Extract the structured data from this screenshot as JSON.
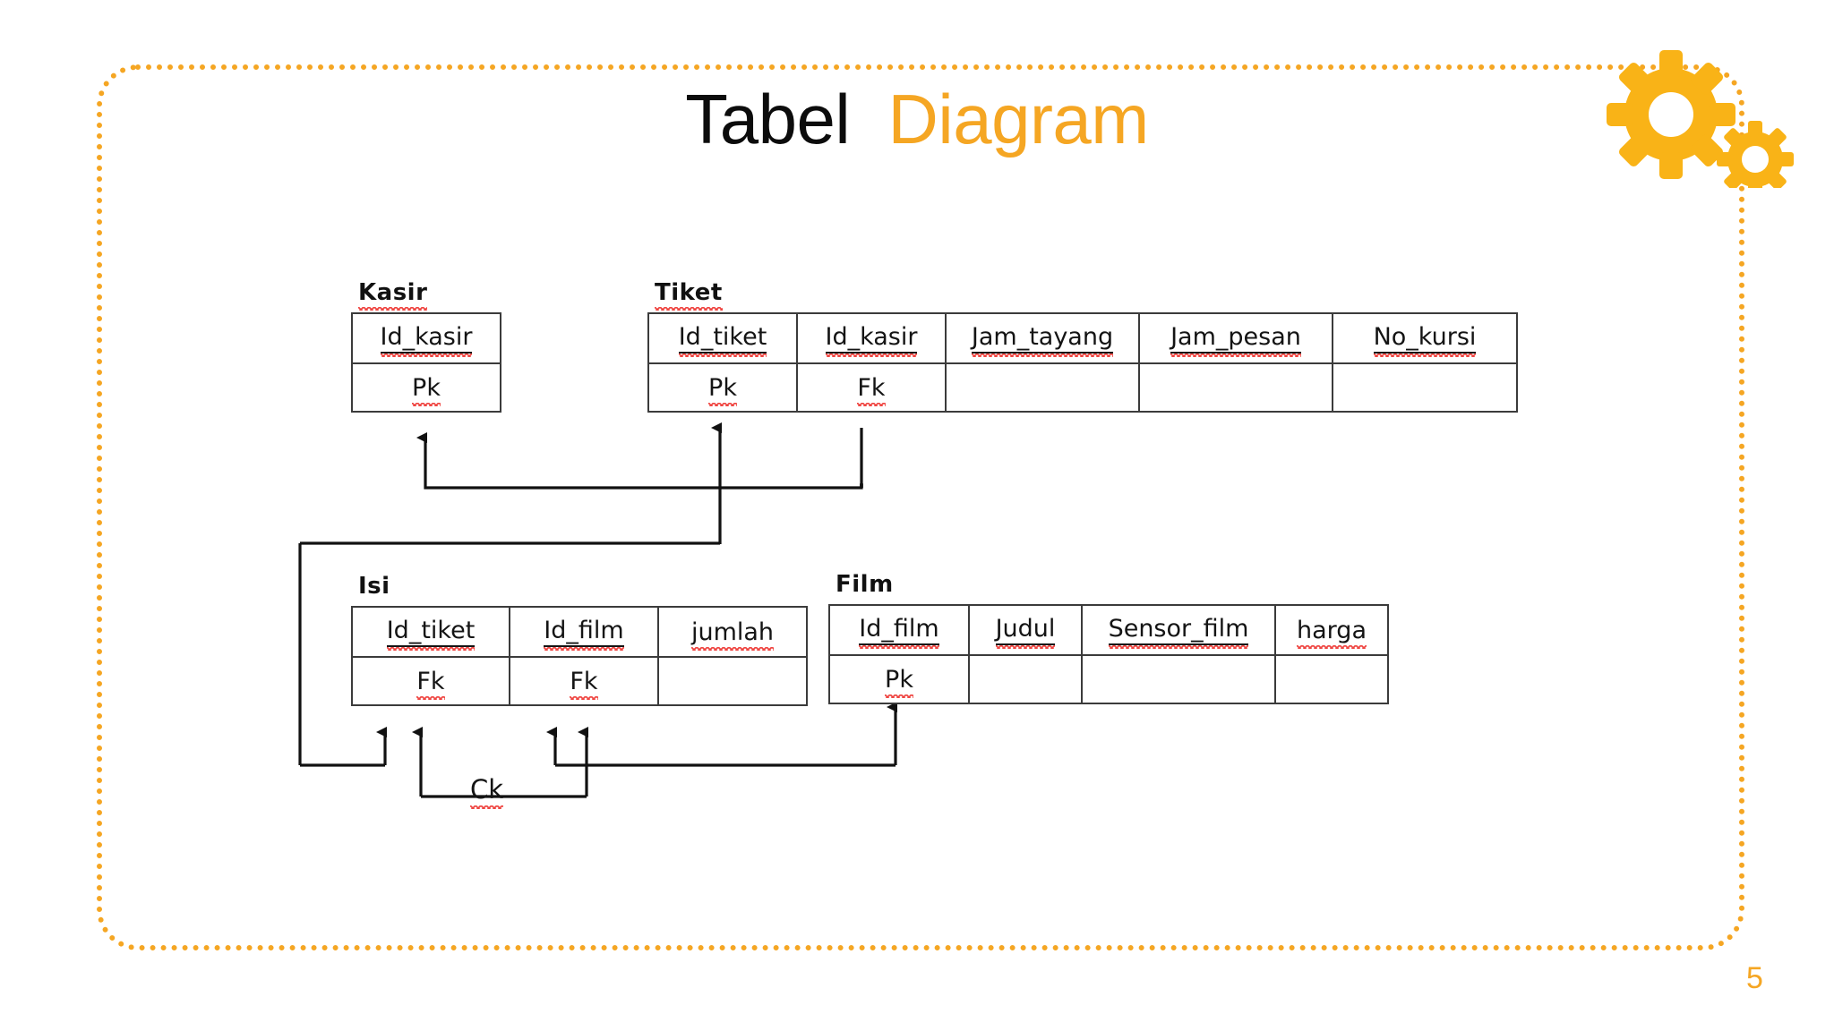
{
  "slide": {
    "title_part1": "Tabel",
    "title_part2": "Diagram",
    "page_number": "5",
    "accent_color": "#F5A623",
    "title_color": "#0c0c0c",
    "spellcheck_color": "#ef3b36",
    "decor": {
      "frame": "dotted-rounded-rectangle",
      "gear_icon": "gears-icon"
    }
  },
  "diagram": {
    "type": "table-relationship-diagram",
    "entities": [
      {
        "name": "Kasir",
        "columns": [
          {
            "field": "Id_kasir",
            "key": "Pk"
          }
        ]
      },
      {
        "name": "Tiket",
        "columns": [
          {
            "field": "Id_tiket",
            "key": "Pk"
          },
          {
            "field": "Id_kasir",
            "key": "Fk"
          },
          {
            "field": "Jam_tayang",
            "key": ""
          },
          {
            "field": "Jam_pesan",
            "key": ""
          },
          {
            "field": "No_kursi",
            "key": ""
          }
        ]
      },
      {
        "name": "Isi",
        "columns": [
          {
            "field": "Id_tiket",
            "key": "Fk"
          },
          {
            "field": "Id_film",
            "key": "Fk"
          },
          {
            "field": "jumlah",
            "key": ""
          }
        ]
      },
      {
        "name": "Film",
        "columns": [
          {
            "field": "Id_film",
            "key": "Pk"
          },
          {
            "field": "Judul",
            "key": ""
          },
          {
            "field": "Sensor_film",
            "key": ""
          },
          {
            "field": "harga",
            "key": ""
          }
        ]
      }
    ],
    "annotations": [
      {
        "label": "Ck"
      }
    ],
    "relationships": [
      {
        "from": "Tiket.Id_kasir",
        "to": "Kasir.Id_kasir"
      },
      {
        "from": "Isi.Id_tiket",
        "to": "Tiket.Id_tiket"
      },
      {
        "from": "Isi.Id_film",
        "to": "Film.Id_film"
      }
    ]
  }
}
